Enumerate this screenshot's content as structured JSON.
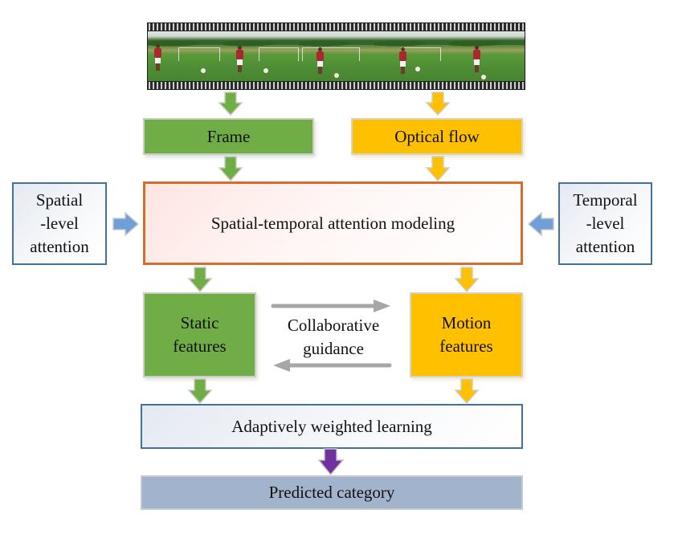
{
  "diagram": {
    "type": "pipeline-flowchart",
    "input": {
      "name": "video-filmstrip",
      "frame_count": 5,
      "description": "soccer player kicking ball sequence"
    },
    "nodes": {
      "frame": {
        "label": "Frame",
        "color": "#70ad47"
      },
      "optical_flow": {
        "label": "Optical flow",
        "color": "#ffc000"
      },
      "attention_modeling": {
        "label": "Spatial-temporal attention modeling",
        "border_color": "#d46e2f"
      },
      "spatial_attention": {
        "lines": [
          "Spatial",
          "-level",
          "attention"
        ],
        "border_color": "#41719c"
      },
      "temporal_attention": {
        "lines": [
          "Temporal",
          "-level",
          "attention"
        ],
        "border_color": "#41719c"
      },
      "static_features": {
        "lines": [
          "Static",
          "features"
        ],
        "color": "#70ad47"
      },
      "motion_features": {
        "lines": [
          "Motion",
          "features"
        ],
        "color": "#ffc000"
      },
      "collaborative_guidance": {
        "lines": [
          "Collaborative",
          "guidance"
        ]
      },
      "adaptive_learning": {
        "label": "Adaptively weighted learning",
        "border_color": "#41719c"
      },
      "predicted_category": {
        "label": "Predicted category",
        "color": "#a2b3cc"
      }
    },
    "edges": [
      {
        "from": "video-filmstrip",
        "to": "frame",
        "color": "#70ad47"
      },
      {
        "from": "video-filmstrip",
        "to": "optical_flow",
        "color": "#ffc000"
      },
      {
        "from": "frame",
        "to": "attention_modeling",
        "color": "#70ad47"
      },
      {
        "from": "optical_flow",
        "to": "attention_modeling",
        "color": "#ffc000"
      },
      {
        "from": "spatial_attention",
        "to": "attention_modeling",
        "color": "#6f9fd8"
      },
      {
        "from": "temporal_attention",
        "to": "attention_modeling",
        "color": "#6f9fd8"
      },
      {
        "from": "attention_modeling",
        "to": "static_features",
        "color": "#70ad47"
      },
      {
        "from": "attention_modeling",
        "to": "motion_features",
        "color": "#ffc000"
      },
      {
        "from": "static_features",
        "to": "motion_features",
        "color": "#a6a6a6"
      },
      {
        "from": "motion_features",
        "to": "static_features",
        "color": "#a6a6a6"
      },
      {
        "from": "static_features",
        "to": "adaptive_learning",
        "color": "#70ad47"
      },
      {
        "from": "motion_features",
        "to": "adaptive_learning",
        "color": "#ffc000"
      },
      {
        "from": "adaptive_learning",
        "to": "predicted_category",
        "color": "#7030a0"
      }
    ]
  }
}
